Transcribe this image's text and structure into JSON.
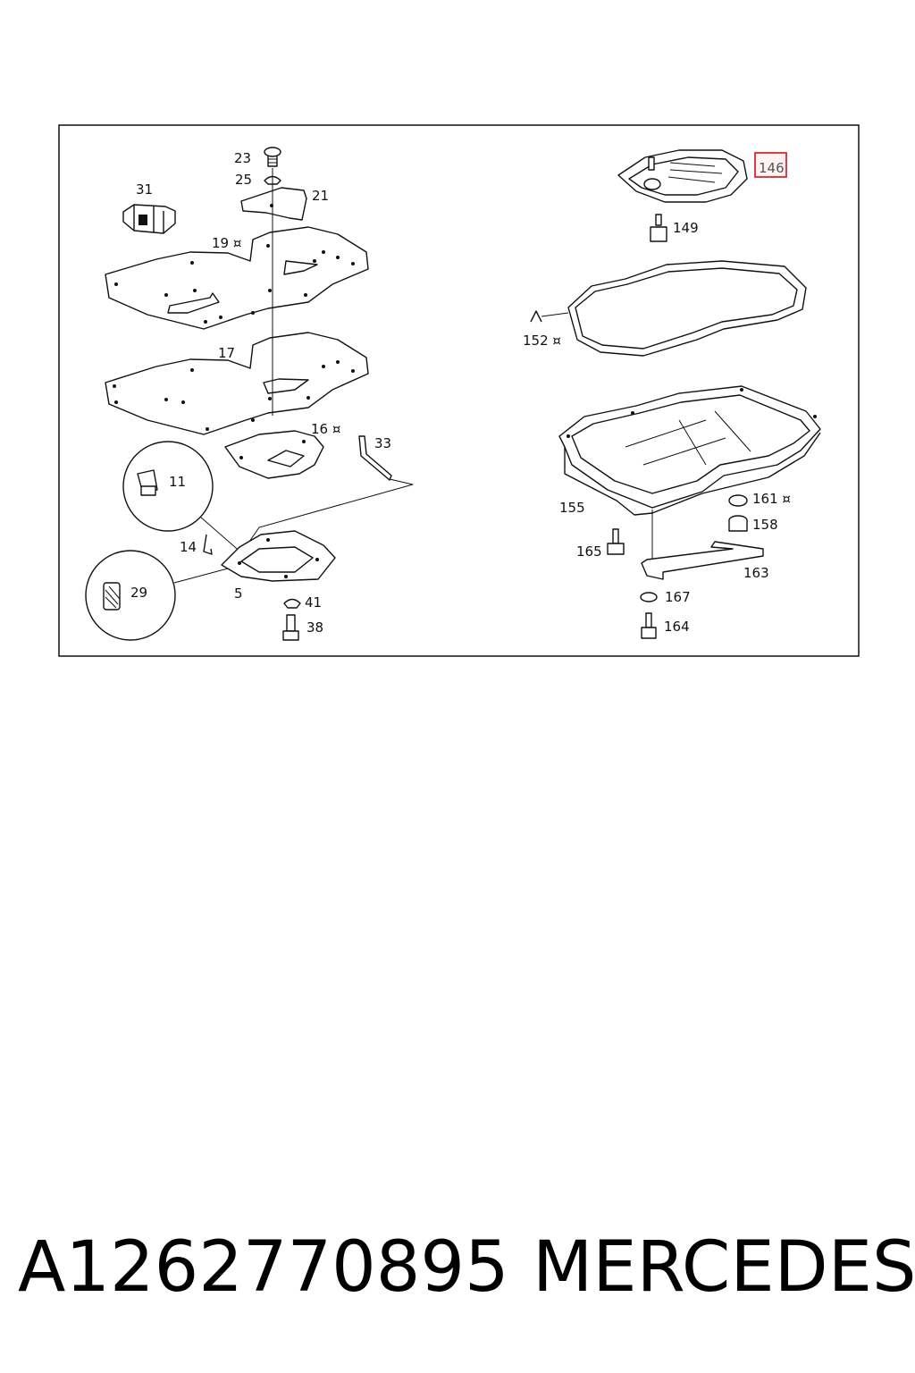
{
  "labels": {
    "l23": "23",
    "l25": "25",
    "l21": "21",
    "l31": "31",
    "l19": "19 ¤",
    "l17": "17",
    "l16": "16 ¤",
    "l33": "33",
    "l11": "11",
    "l14": "14",
    "l5": "5",
    "l29": "29",
    "l41": "41",
    "l38": "38",
    "l146": "146",
    "l149": "149",
    "l152": "152 ¤",
    "l155": "155",
    "l161": "161 ¤",
    "l158": "158",
    "l165": "165",
    "l163": "163",
    "l167": "167",
    "l164": "164"
  },
  "highlight": {
    "part": "146",
    "color": "#e0262b"
  },
  "footer": {
    "part_number": "A1262770895",
    "brand": "MERCEDES"
  }
}
